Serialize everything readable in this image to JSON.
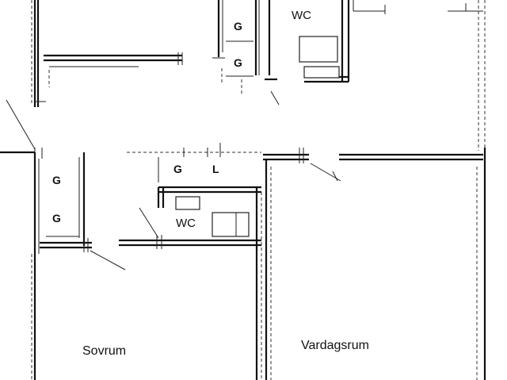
{
  "rooms": {
    "wc_upper": "WC",
    "wc_lower": "WC",
    "sovrum": "Sovrum",
    "vardagsrum": "Vardagsrum"
  },
  "cabinets": {
    "upper_g1": "G",
    "upper_g2": "G",
    "left_g1": "G",
    "left_g2": "G",
    "mid_g": "G",
    "mid_l": "L"
  }
}
